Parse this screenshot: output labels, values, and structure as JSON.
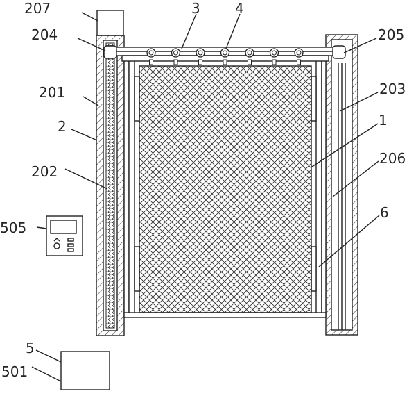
{
  "labels": {
    "l207": "207",
    "l204": "204",
    "l3": "3",
    "l4": "4",
    "l205": "205",
    "l201": "201",
    "l203": "203",
    "l2": "2",
    "l1": "1",
    "l206": "206",
    "l202": "202",
    "l505": "505",
    "l6": "6",
    "l5": "5",
    "l501": "501"
  },
  "nozzle_count": 7,
  "colors": {
    "line": "#222222",
    "mesh": "#333333",
    "background": "#ffffff"
  }
}
